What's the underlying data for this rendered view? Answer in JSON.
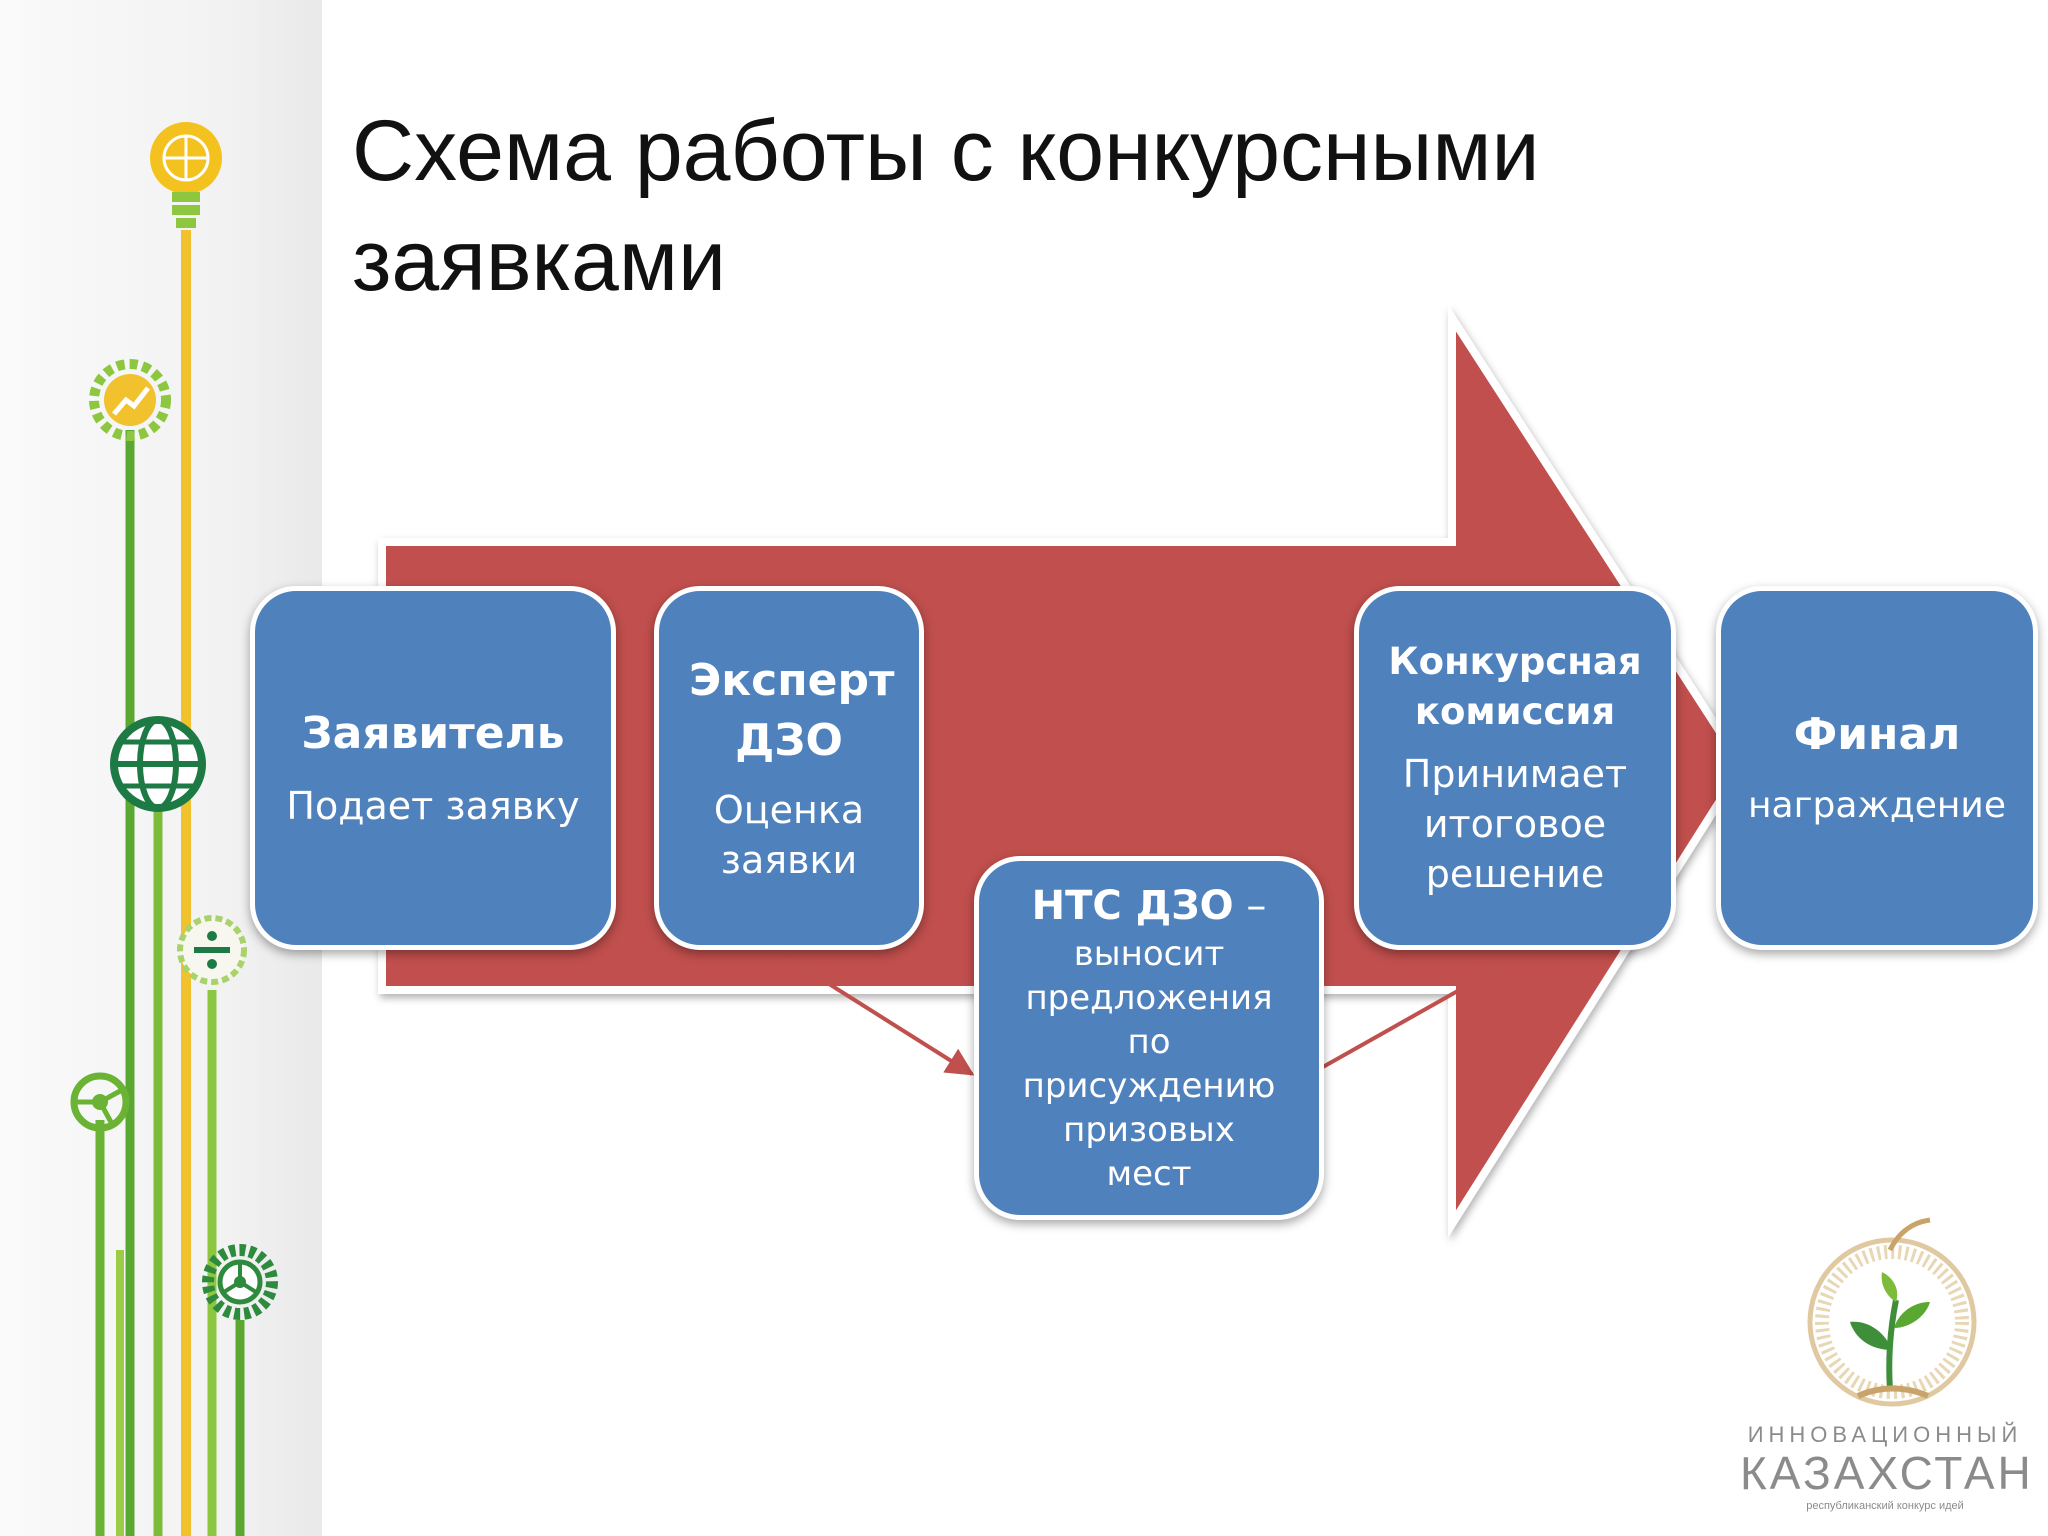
{
  "title": {
    "line1": "Схема работы с конкурсными",
    "line2": "заявками"
  },
  "steps": {
    "applicant": {
      "head": "Заявитель",
      "sub": "Подает заявку"
    },
    "expert": {
      "head": "Эксперт ДЗО",
      "sub": "Оценка заявки"
    },
    "ntc": {
      "head": "НТС ДЗО",
      "dash": " –",
      "sub": "выносит предложения по присуждению призовых мест"
    },
    "commission": {
      "head": "Конкурсная комиссия",
      "sub": "Принимает итоговое решение"
    },
    "final": {
      "head": "Финал",
      "sub": "награждение"
    }
  },
  "logo": {
    "top": "ИННОВАЦИОННЫЙ",
    "main": "КАЗАХСТАН",
    "small": "республиканский конкурс идей"
  },
  "colors": {
    "arrow": "#c0504d",
    "box": "#4f81bd",
    "connector": "#c0504d",
    "sidebar_green": "#5aa832",
    "sidebar_yellow": "#f2c12e",
    "sidebar_dark_green": "#1e7a45"
  },
  "icons": [
    "lightbulb-icon",
    "growth-gear-icon",
    "globe-icon",
    "divide-icon",
    "steering-wheel-icon",
    "gear-icon",
    "sprout-icon"
  ]
}
